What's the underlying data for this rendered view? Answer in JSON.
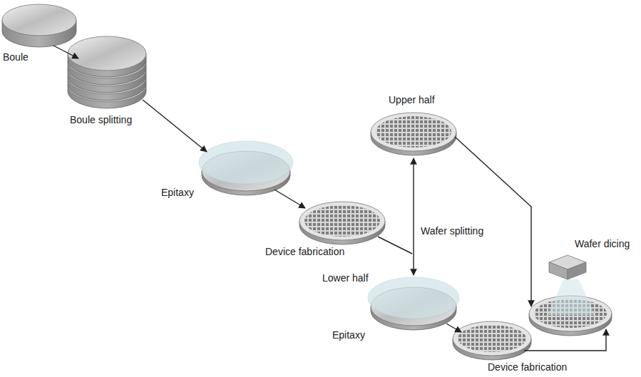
{
  "diagram": {
    "labels": [
      "Boule",
      "Boule splitting",
      "Epitaxy",
      "Device fabrication",
      "Upper half",
      "Wafer splitting",
      "Lower half",
      "Epitaxy",
      "Device fabrication",
      "Wafer dicing"
    ]
  }
}
